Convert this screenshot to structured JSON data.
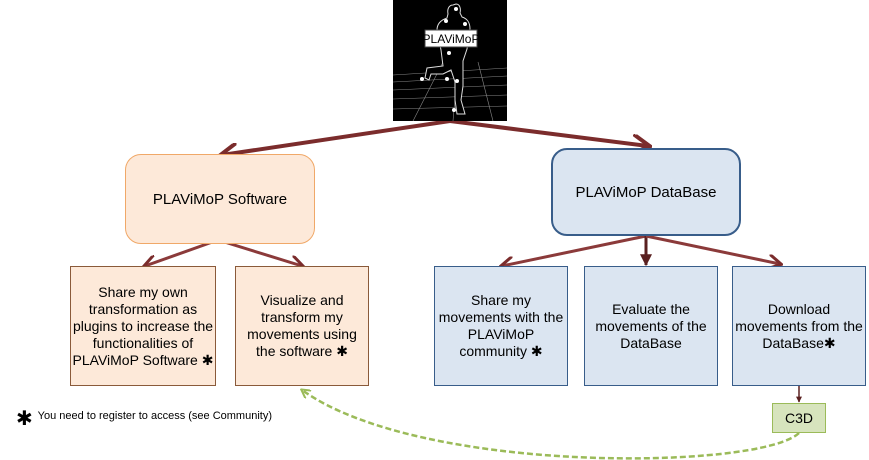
{
  "logo": {
    "label": "PLAViMoP"
  },
  "nodes": {
    "software": {
      "label": "PLAViMoP Software"
    },
    "database": {
      "label": "PLAViMoP DataBase"
    },
    "share_plugins": {
      "label": "Share my own transformation as plugins to increase the functionalities of PLAViMoP Software",
      "star": "✱"
    },
    "visualize": {
      "label": "Visualize and transform my movements using the software",
      "star": "✱"
    },
    "share_movements": {
      "label": "Share my movements with the PLAViMoP community",
      "star": "✱"
    },
    "evaluate": {
      "label": "Evaluate the movements of the DataBase"
    },
    "download": {
      "label": "Download movements from the DataBase",
      "star": "✱"
    },
    "c3d": {
      "label": "C3D"
    }
  },
  "footnote": {
    "star": "✱",
    "text": "You need to register to access (see Community)"
  },
  "colors": {
    "arrow": "#7b2c2c",
    "dashed": "#9bbb59"
  }
}
